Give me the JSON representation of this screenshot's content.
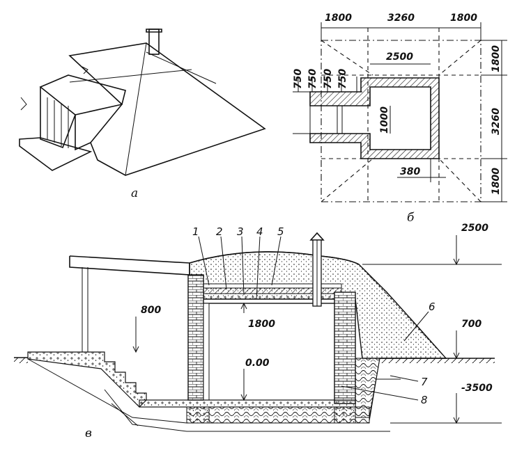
{
  "sublabels": {
    "perspective": "а",
    "plan": "б",
    "section": "в"
  },
  "plan_dimensions": {
    "top_left": "1800",
    "top_mid": "3260",
    "top_right": "1800",
    "inner_width": "2500",
    "entrance_1": "750",
    "entrance_2": "750",
    "entrance_3": "750",
    "entrance_4": "750",
    "opening": "1000",
    "wall": "380",
    "right_top": "1800",
    "right_mid": "3260",
    "right_bottom": "1800"
  },
  "section_marks": {
    "n1": "1",
    "n2": "2",
    "n3": "3",
    "n4": "4",
    "n5": "5",
    "n6": "6",
    "n7": "7",
    "n8": "8"
  },
  "section_levels": {
    "top": "2500",
    "ground": "700",
    "bottom": "-3500",
    "entry": "800",
    "ceiling": "1800",
    "zero": "0.00"
  }
}
